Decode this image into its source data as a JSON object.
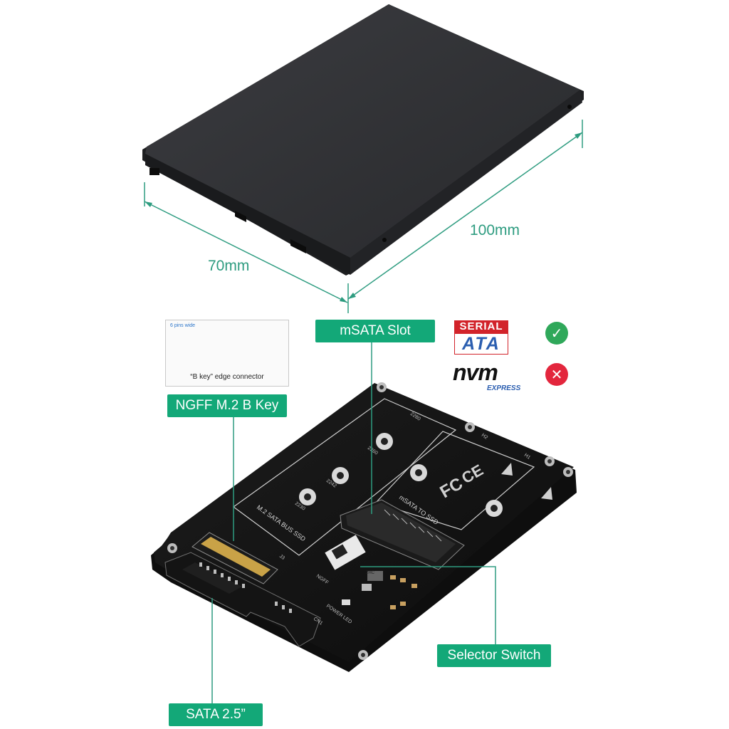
{
  "dimensions": {
    "width_label": "70mm",
    "length_label": "100mm"
  },
  "labels": {
    "msata_slot": "mSATA  Slot",
    "ngff": "NGFF M.2 B Key",
    "selector": "Selector Switch",
    "sata": "SATA  2.5”"
  },
  "inset": {
    "pins": "6 pins wide",
    "caption": "“B key” edge connector"
  },
  "logos": {
    "sata_top": "SERIAL",
    "sata_bottom": "ATA",
    "nvm": "nvm",
    "nvm_sub": "EXPRESS"
  },
  "support": {
    "sata": "check-icon",
    "nvme": "cross-icon"
  },
  "board_text": {
    "m2_bus": "M.2  SATA  BUS  SSD",
    "msata_to_ssd": "mSATA  TO  SSD",
    "size_2242": "2242",
    "size_2260": "2260",
    "size_2230": "2230",
    "size_2280": "2280",
    "ngff": "NGFF",
    "power_led": "POWER LED",
    "h1": "H1",
    "h2": "H2",
    "cn1": "CN1",
    "j3": "J3",
    "switch_mark": "2HC"
  },
  "colors": {
    "accent": "#13a878",
    "enclosure": "#2f3033",
    "pcb": "#151515",
    "dim_line": "#2e9c80",
    "check": "#2fa85a",
    "cross": "#e3263d"
  }
}
